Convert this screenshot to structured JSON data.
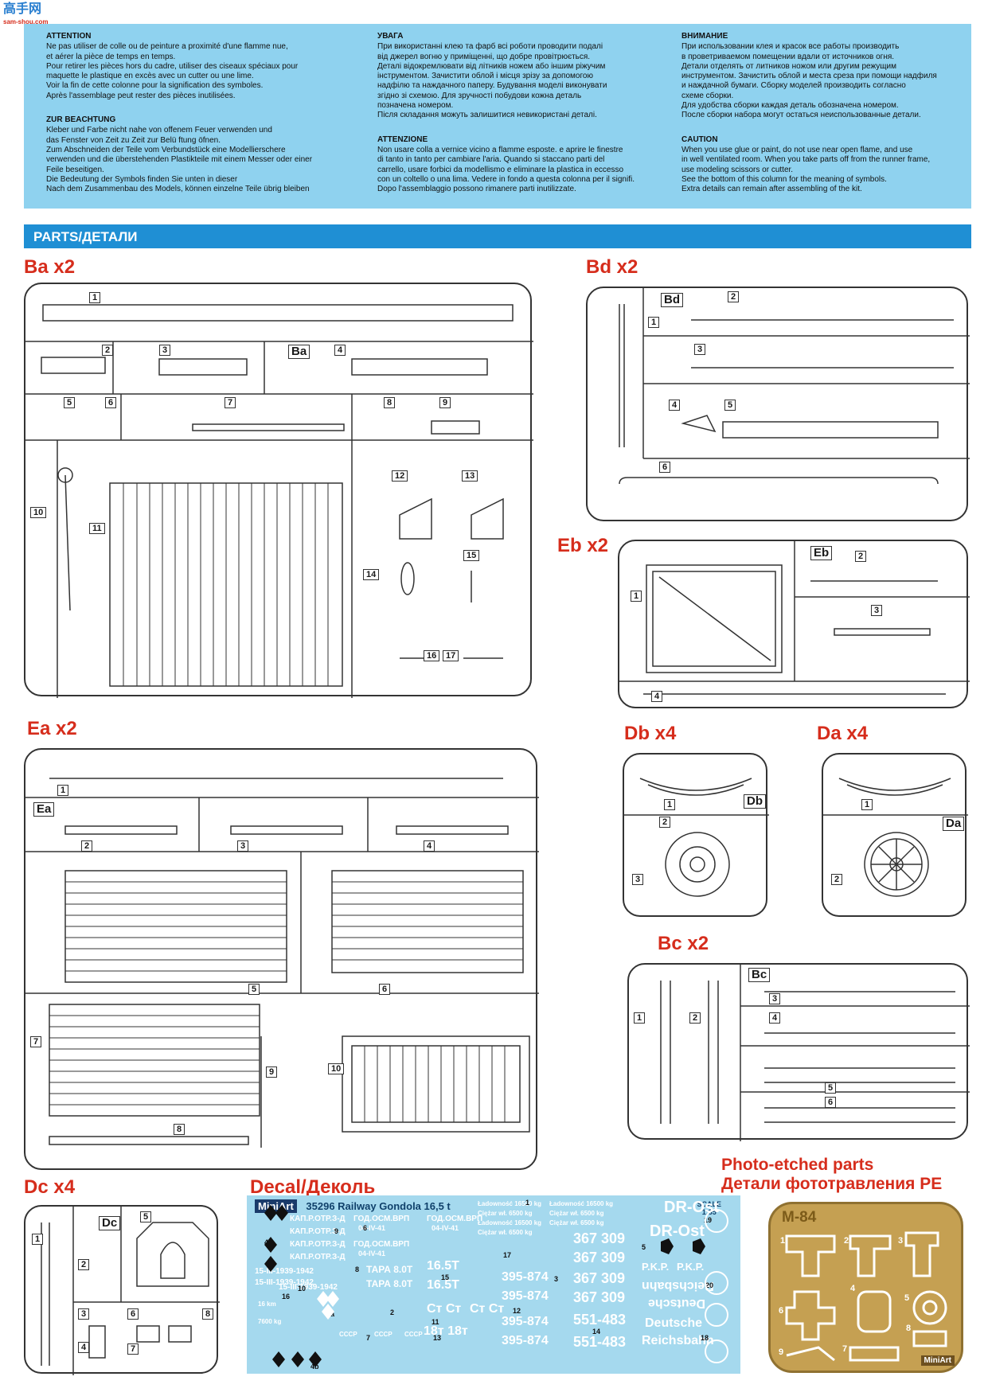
{
  "watermark": {
    "brand": "高手网",
    "url": "sam-shou.com"
  },
  "notes": {
    "fr": {
      "title": "ATTENTION",
      "lines": [
        "Ne pas utiliser de colle ou de peinture a proximité d'une flamme nue,",
        "et aérer la pièce de temps en temps.",
        "Pour retirer les pièces hors du cadre, utiliser des ciseaux spéciaux pour",
        "maquette le plastique en excès avec un cutter ou une lime.",
        "Voir la fin de cette colonne pour la signification des symboles.",
        "Après l'assemblage peut rester des pièces inutilisées."
      ]
    },
    "de": {
      "title": "ZUR BEACHTUNG",
      "lines": [
        "Kleber und Farbe nicht nahe von offenem Feuer verwenden und",
        "das Fenster von Zeit zu Zeit zur Belü ftung öfnen.",
        "Zum Abschneiden der Teile vom Verbundstück eine Modellierschere",
        "verwenden und die überstehenden Plastikteile mit einem Messer oder einer",
        "Feile beseitigen.",
        "Die Bedeutung der Symbols finden Sie unten in dieser",
        "Nach dem Zusammenbau des Models, können einzelne Teile übrig bleiben"
      ]
    },
    "ua": {
      "title": "УВАГА",
      "lines": [
        "При використанні клею та фарб всі роботи проводити подалі",
        "від джерел вогню у приміщенні, що добре провітрюється.",
        "Деталі відокремлювати від літників ножем або іншим ріжучим",
        "інструментом. Зачистити облой і місця зрізу за допомогою",
        "надфілю та наждачного паперу. Будування моделі виконувати",
        "згідно зі схемою. Для зручності побудови кожна деталь",
        "позначена номером.",
        "Після складання можуть залишитися невикористані деталі."
      ]
    },
    "it": {
      "title": "ATTENZIONE",
      "lines": [
        "Non usare colla a vernice vicino a flamme esposte. e aprire le finestre",
        "di tanto in tanto per cambiare l'aria. Quando si staccano parti del",
        "carrello, usare forbici da modellismo e eliminare la plastica in eccesso",
        "con un coltello o una lima. Vedere in fondo a questa colonna per il signifi.",
        "Dopo l'assemblaggio possono rimanere parti inutilizzate."
      ]
    },
    "ru": {
      "title": "ВНИМАНИЕ",
      "lines": [
        "При использовании клея и красок все работы производить",
        "в проветриваемом помещении вдали от источников огня.",
        "Детали отделять от литников ножом или другим режущим",
        "инструментом. Зачистить облой и места среза при помощи надфиля",
        "и наждачной бумаги. Сборку моделей производить согласно",
        "схеме сборки.",
        "Для удобства сборки каждая деталь обозначена номером.",
        "После сборки набора могут остаться неиспользованные детали."
      ]
    },
    "en": {
      "title": "CAUTION",
      "lines": [
        "When you use glue or paint, do not use near open flame, and use",
        "in well ventilated room. When you take parts off from the runner frame,",
        "use modeling scissors or cutter.",
        "See the bottom of this column for the meaning of symbols.",
        "Extra details can remain after assembling of the kit."
      ]
    }
  },
  "parts_title": "PARTS/ДЕТАЛИ",
  "sections": {
    "ba": "Ba x2",
    "bd": "Bd x2",
    "eb": "Eb x2",
    "ea": "Ea x2",
    "db": "Db x4",
    "da": "Da x4",
    "bc": "Bc x2",
    "dc": "Dc x4",
    "decal": "Decal/Деколь",
    "pe_en": "Photo-etched parts",
    "pe_ru": "Детали фототравления PE"
  },
  "sprue_letters": {
    "ba": "Ba",
    "bd": "Bd",
    "eb": "Eb",
    "ea": "Ea",
    "db": "Db",
    "da": "Da",
    "bc": "Bc",
    "dc": "Dc"
  },
  "part_numbers": {
    "ba": [
      "1",
      "2",
      "3",
      "4",
      "5",
      "6",
      "7",
      "8",
      "9",
      "10",
      "11",
      "12",
      "13",
      "14",
      "15",
      "16",
      "17"
    ],
    "bd": [
      "1",
      "2",
      "3",
      "4",
      "5",
      "6"
    ],
    "eb": [
      "1",
      "2",
      "3",
      "4"
    ],
    "ea": [
      "1",
      "2",
      "3",
      "4",
      "5",
      "6",
      "7",
      "8",
      "9",
      "10"
    ],
    "db": [
      "1",
      "2",
      "3"
    ],
    "da": [
      "1",
      "2"
    ],
    "bc": [
      "1",
      "2",
      "3",
      "4",
      "5",
      "6"
    ],
    "dc": [
      "1",
      "2",
      "3",
      "4",
      "5",
      "6",
      "7",
      "8"
    ]
  },
  "decal": {
    "logo": "MiniArt",
    "title": "35296 Railway Gondola 16,5 t",
    "scale_label": "SCALE",
    "scale": "1:35",
    "texts": {
      "kap1": "КАП.Р.ОТР.З-Д",
      "kap2": "КАП.Р.ОТР.З-Д",
      "kap3": "КАП.Р.ОТР.З-Д",
      "kap4": "КАП.Р.ОТР.З-Д",
      "god1": "ГОД.ОСМ.ВРП",
      "god2": "ГОД.ОСМ.ВРП",
      "god3": "ГОД.ОСМ.ВРП",
      "date1": "04-IV-41",
      "date2": "04-IV-41",
      "date3": "04-IV-41",
      "d1939a": "15-III-1939-1942",
      "d1939b": "15-III-1939-1942",
      "d1939c": "15-III-1939-1942",
      "tara1": "ТАРА 8.0Т",
      "tara2": "ТАРА 8.0Т",
      "t165a": "16.5Т",
      "t165b": "16.5Т",
      "ct": "Ст Ст",
      "ct2": "Ст Ст",
      "t18": "18т 18т",
      "sss1": "СССР",
      "sss2": "СССР",
      "sss3": "СССР",
      "lad1": "Ładowność 16500 kg",
      "lad2": "Ładowność 16500 kg",
      "lad3": "Ładowność 16500 kg",
      "cie1": "Ciężar wł. 6500 kg",
      "cie2": "Ciężar wł. 6500 kg",
      "cie3": "Ciężar wł. 6500 kg",
      "cie4": "Ciężar wł. 6500 kg",
      "n395a": "395-874",
      "n395b": "395-874",
      "n395c": "395-874",
      "n395d": "395-874",
      "n367a": "367 309",
      "n367b": "367 309",
      "n367c": "367 309",
      "n367d": "367 309",
      "n551a": "551-483",
      "n551b": "551-483",
      "drost1": "DR-Ost",
      "drost2": "DR-Ost",
      "pkp1": "P.K.P.",
      "pkp2": "P.K.P.",
      "rb1": "Reichsbahn",
      "deu1": "Deutsche",
      "deu2": "Deutsche",
      "rb2": "Reichsbahn",
      "km1": "16 km",
      "km2": "7600 kg"
    },
    "numbers": [
      "1",
      "2",
      "3",
      "4",
      "4a",
      "4b",
      "5",
      "6",
      "7",
      "8",
      "9",
      "10",
      "11",
      "12",
      "13",
      "14",
      "15",
      "16",
      "17",
      "18",
      "19",
      "20"
    ]
  },
  "pe": {
    "code": "M-84",
    "logo": "MiniArt",
    "numbers": [
      "1",
      "2",
      "3",
      "4",
      "5",
      "6",
      "7",
      "8",
      "9"
    ]
  },
  "colors": {
    "accent_red": "#d62d1c",
    "band_blue": "#8fd2ef",
    "title_blue": "#1f8fd4",
    "decal_blue": "#a5d9ee",
    "pe_gold": "#c5a052"
  }
}
